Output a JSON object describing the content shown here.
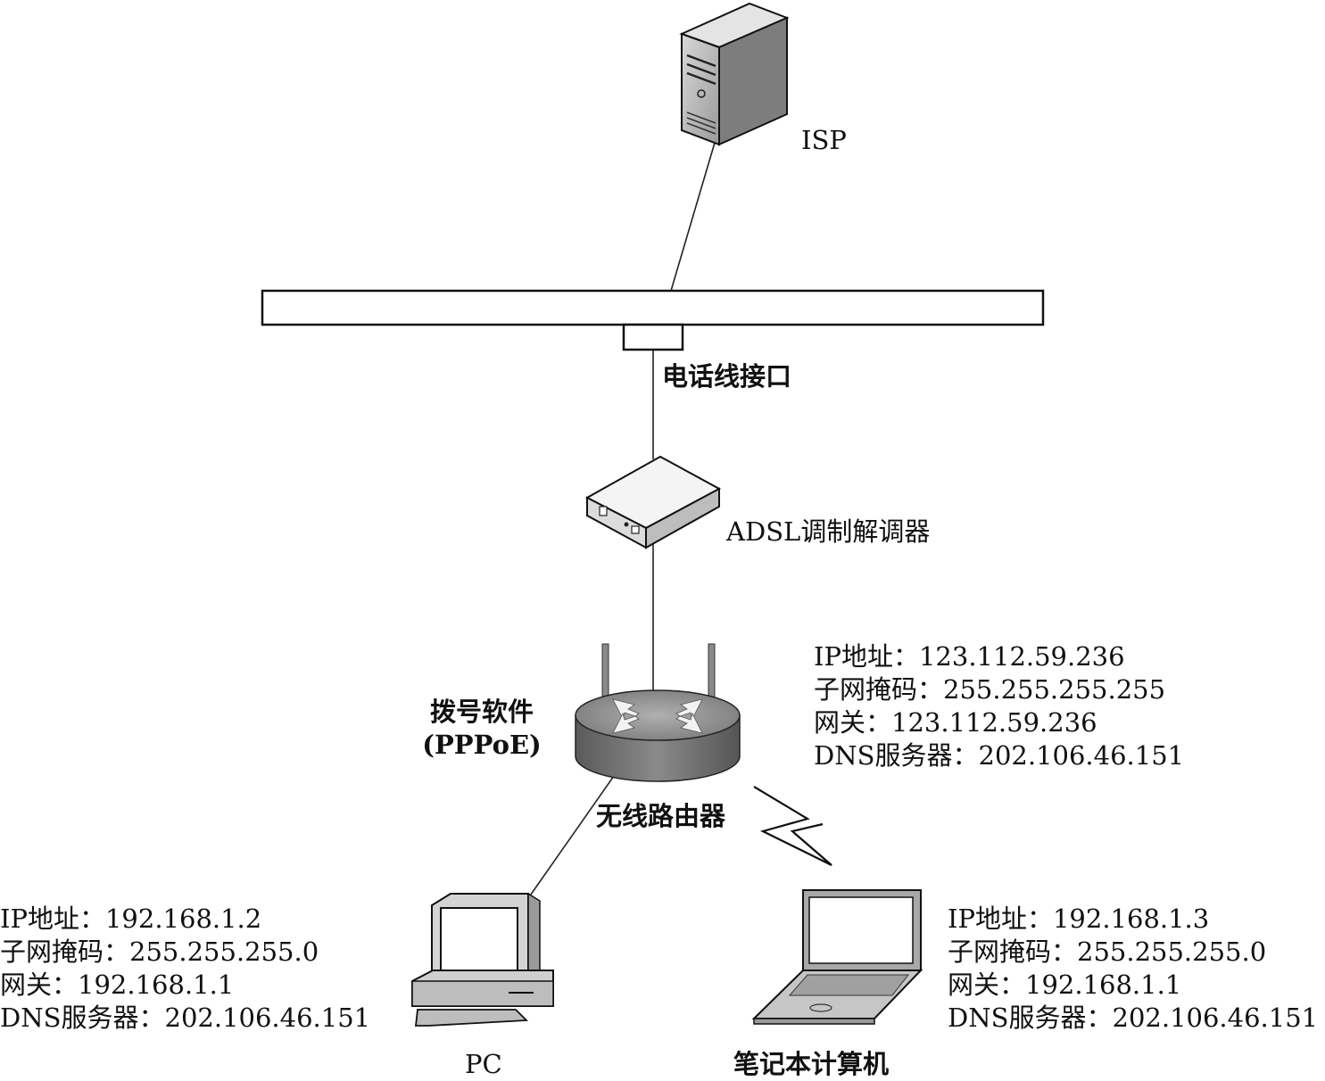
{
  "nodes": {
    "isp": {
      "label": "ISP"
    },
    "phone_jack": {
      "label": "电话线接口"
    },
    "modem": {
      "label": "ADSL调制解调器"
    },
    "router": {
      "label": "无线路由器",
      "software_line1": "拨号软件",
      "software_line2": "(PPPoE)"
    },
    "pc": {
      "label": "PC"
    },
    "laptop": {
      "label": "笔记本计算机"
    }
  },
  "router_config": [
    "IP地址：123.112.59.236",
    "子网掩码：255.255.255.255",
    "网关：123.112.59.236",
    "DNS服务器：202.106.46.151"
  ],
  "pc_config": [
    "IP地址：192.168.1.2",
    "子网掩码：255.255.255.0",
    "网关：192.168.1.1",
    "DNS服务器：202.106.46.151"
  ],
  "laptop_config": [
    "IP地址：192.168.1.3",
    "子网掩码：255.255.255.0",
    "网关：192.168.1.1",
    "DNS服务器：202.106.46.151"
  ]
}
